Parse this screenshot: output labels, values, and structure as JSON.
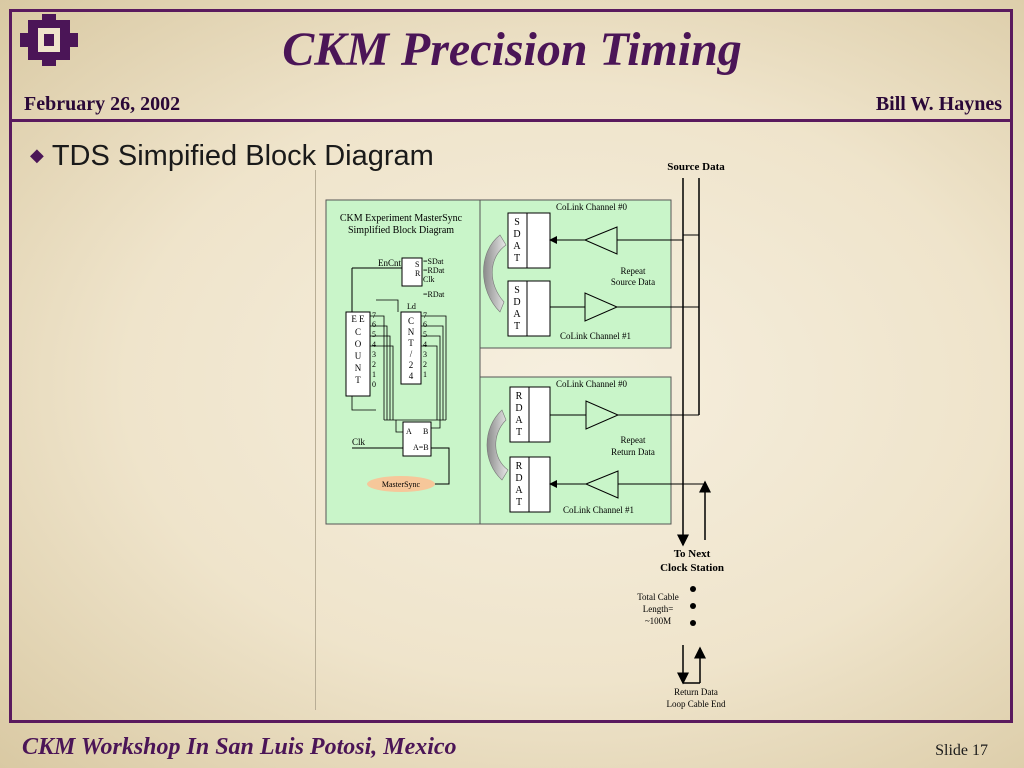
{
  "slide": {
    "title": "CKM Precision Timing",
    "date": "February 26, 2002",
    "author": "Bill W. Haynes",
    "bullet": "TDS Simpified Block Diagram",
    "footer_left": "CKM Workshop In San Luis Potosi, Mexico",
    "footer_right": "Slide 17"
  },
  "diagram": {
    "source_data": "Source Data",
    "left_panel_title_1": "CKM Experiment MasterSync",
    "left_panel_title_2": "Simplified Block Diagram",
    "encnt": "EnCnt",
    "s_label": "S",
    "r_label": "R",
    "sdat_out": "=SDat",
    "rdat_out": "=RDat",
    "clk_out": "Clk",
    "rdat_out2": "=RDat",
    "ld": "Ld",
    "ee": "E E",
    "count_letters": [
      "C",
      "O",
      "U",
      "N",
      "T"
    ],
    "cnt_letters": [
      "C",
      "N",
      "T",
      "/",
      "2",
      "4"
    ],
    "bits": [
      "7",
      "6",
      "5",
      "4",
      "3",
      "2",
      "1",
      "0"
    ],
    "clk": "Clk",
    "comp_a": "A",
    "comp_b": "B",
    "comp_eq": "A=B",
    "mastersync": "MasterSync",
    "sdat_letters": [
      "S",
      "D",
      "A",
      "T"
    ],
    "rdat_letters": [
      "R",
      "D",
      "A",
      "T"
    ],
    "colink_ch0_top": "CoLink Channel #0",
    "repeat_source_1": "Repeat",
    "repeat_source_2": "Source Data",
    "colink_ch1_top": "CoLink Channel #1",
    "colink_ch0_bottom": "CoLink Channel #0",
    "repeat_return_1": "Repeat",
    "repeat_return_2": "Return Data",
    "colink_ch1_bottom": "CoLink Channel #1",
    "to_next_1": "To Next",
    "to_next_2": "Clock Station",
    "cable_1": "Total Cable",
    "cable_2": "Length=",
    "cable_3": "~100M",
    "return_data": "Return Data",
    "loop_end": "Loop Cable End"
  },
  "colors": {
    "accent": "#4b1557",
    "panel_green": "#c9f5c9",
    "mastersync_fill": "#f6c79a"
  }
}
